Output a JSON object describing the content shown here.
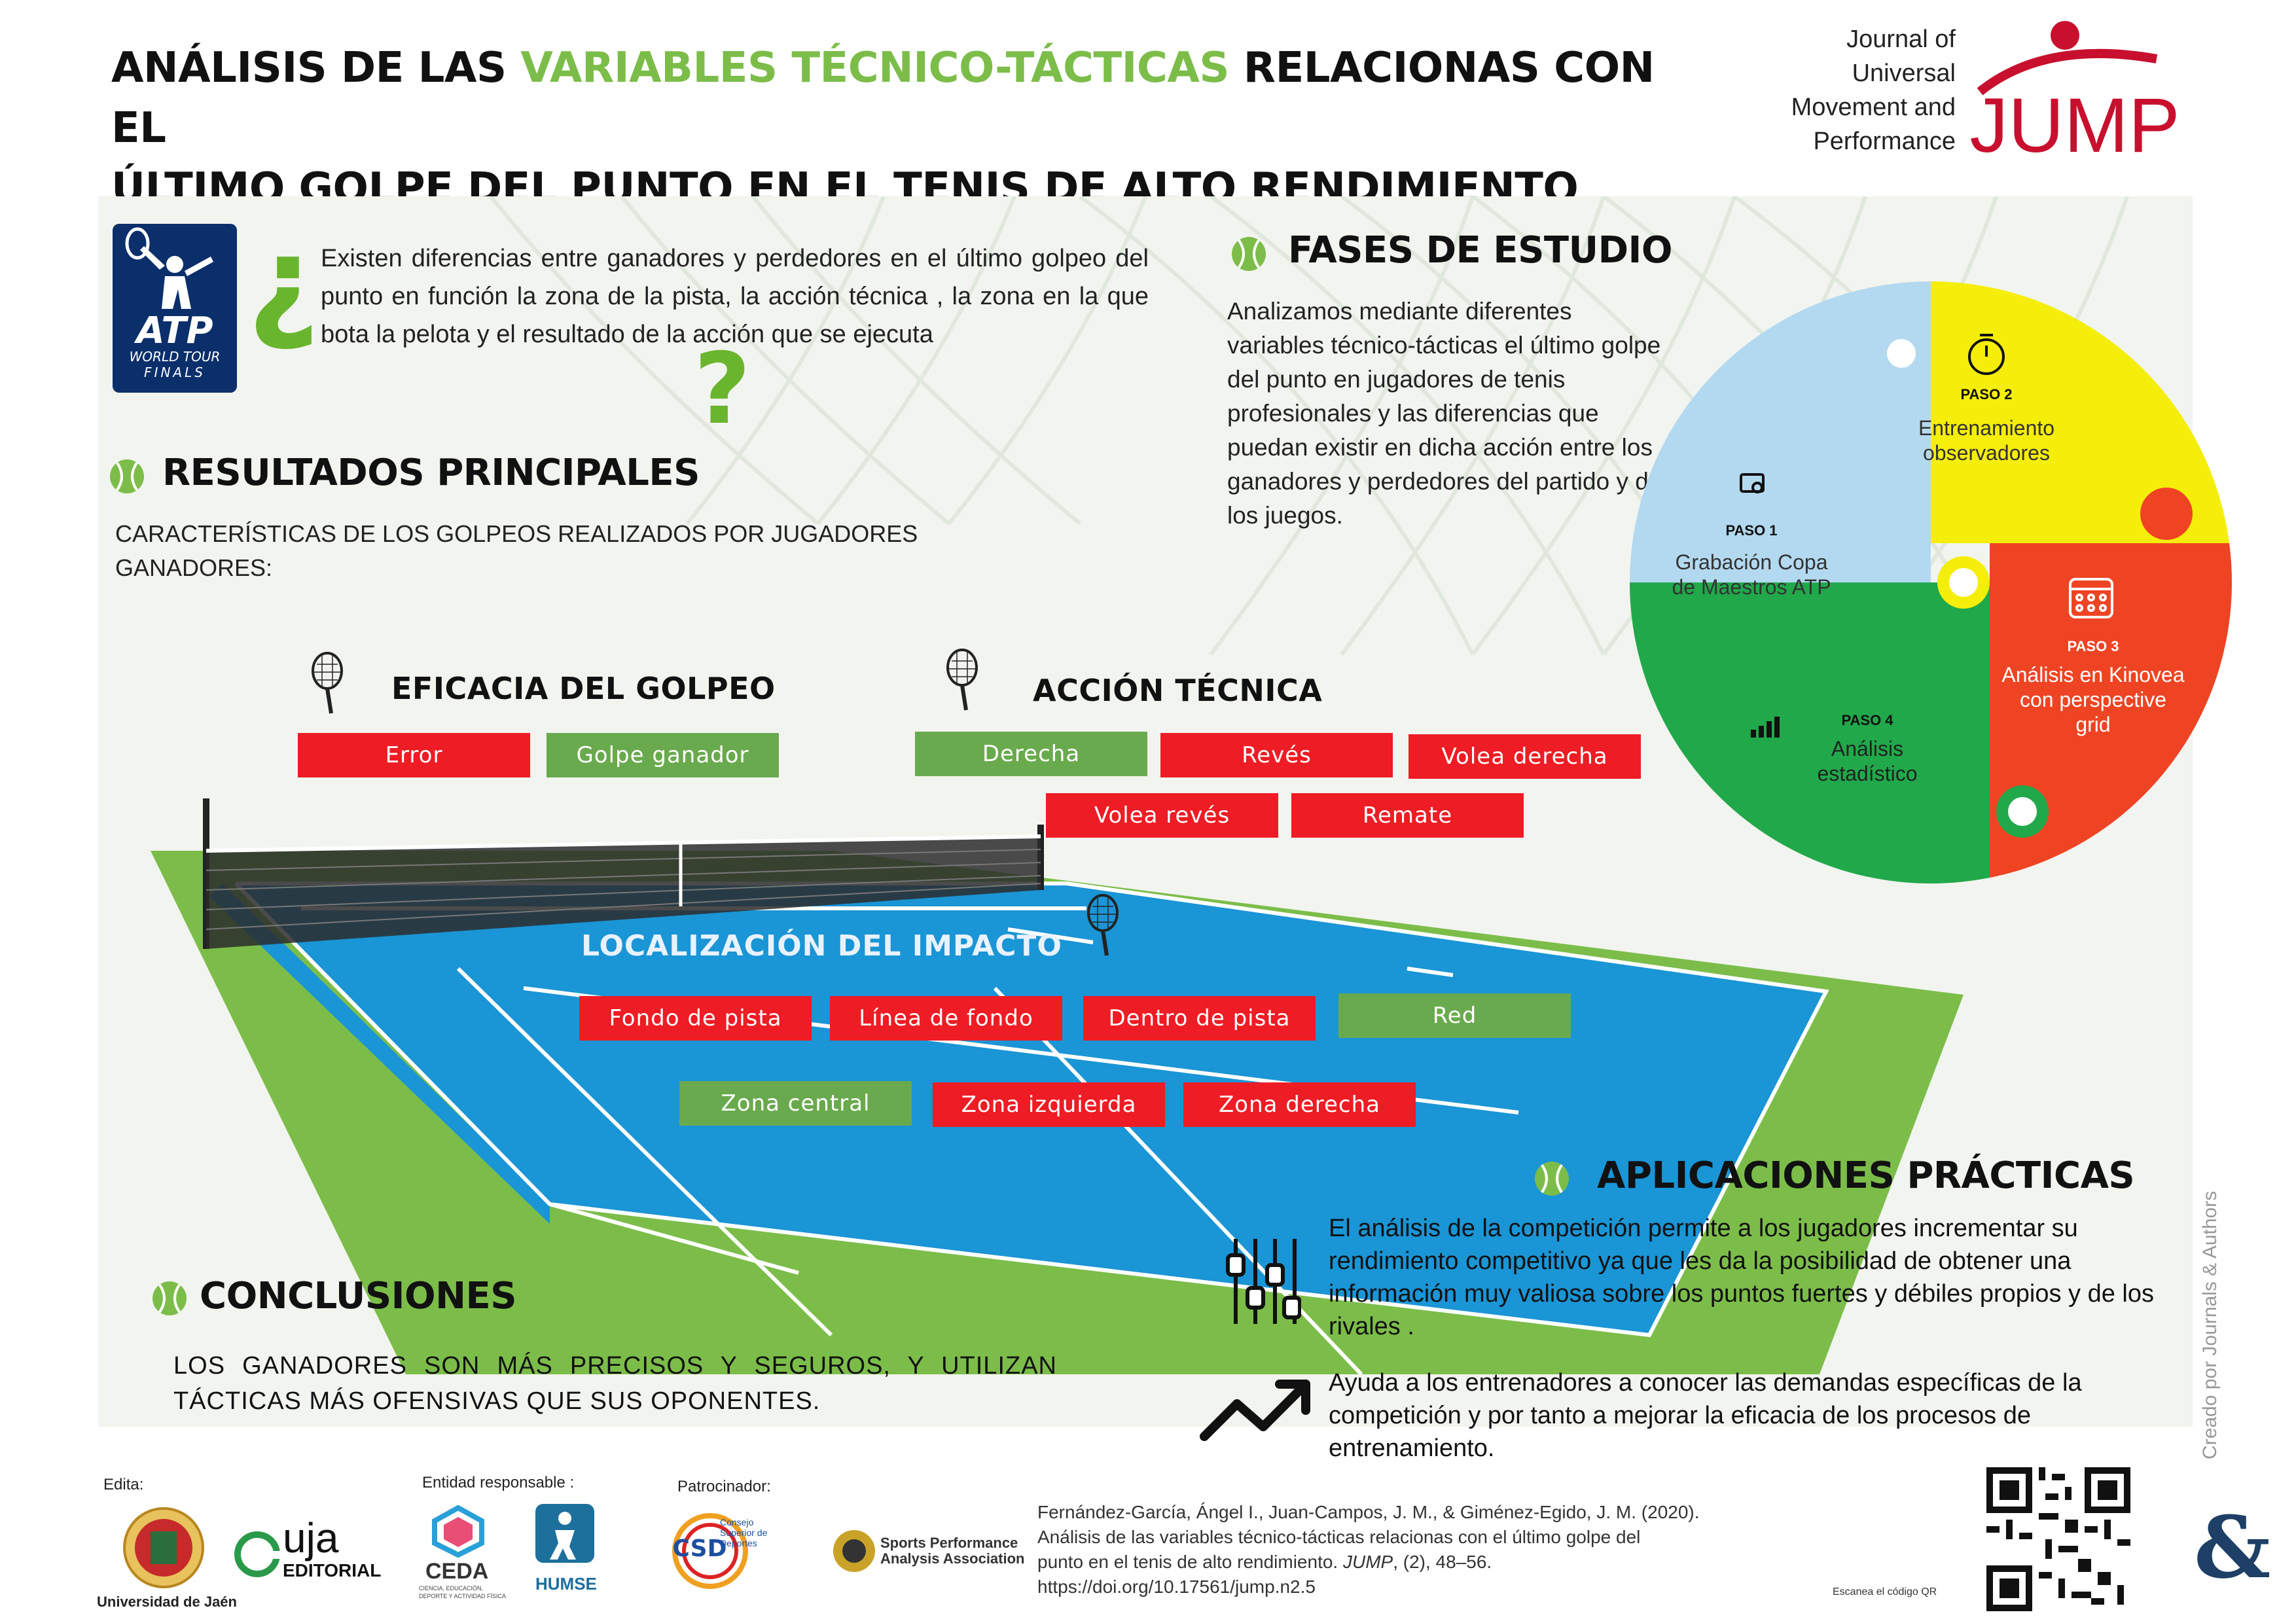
{
  "title": {
    "part1": "ANÁLISIS DE LAS ",
    "highlight": "VARIABLES TÉCNICO-TÁCTICAS",
    "part2": " RELACIONAS CON EL",
    "line2": "ÚLTIMO GOLPE DEL PUNTO EN EL TENIS DE ALTO  RENDIMIENTO"
  },
  "journal": {
    "line1": "Journal of",
    "line2": "Universal",
    "line3": "Movement and",
    "line4": "Performance",
    "logo_text": "JUMP"
  },
  "atp_logo": {
    "big": "ATP",
    "small1": "WORLD TOUR",
    "small2": "FINALS"
  },
  "question": {
    "open_mark": "¿",
    "close_mark": "?",
    "text": "Existen diferencias entre ganadores y perdedores en el último golpeo del punto en función la zona de la pista, la acción técnica , la zona en la que bota la pelota y el resultado de la acción que se ejecuta"
  },
  "results": {
    "heading": "RESULTADOS PRINCIPALES",
    "subtitle_line1": "CARACTERÍSTICAS DE LOS GOLPEOS REALIZADOS POR JUGADORES",
    "subtitle_line2": "GANADORES:"
  },
  "eficacia": {
    "heading": "EFICACIA DEL GOLPEO",
    "tags": [
      {
        "label": "Error",
        "color": "#ee1c24"
      },
      {
        "label": "Golpe ganador",
        "color": "#6aaa4e"
      }
    ]
  },
  "accion": {
    "heading": "ACCIÓN TÉCNICA",
    "tags": [
      {
        "label": "Derecha",
        "color": "#6aaa4e"
      },
      {
        "label": "Revés",
        "color": "#ee1c24"
      },
      {
        "label": "Volea derecha",
        "color": "#ee1c24"
      },
      {
        "label": "Volea revés",
        "color": "#ee1c24"
      },
      {
        "label": "Remate",
        "color": "#ee1c24"
      }
    ]
  },
  "localizacion": {
    "heading": "LOCALIZACIÓN DEL IMPACTO",
    "tags": [
      {
        "label": "Fondo de pista",
        "color": "#ee1c24"
      },
      {
        "label": "Línea de fondo",
        "color": "#ee1c24"
      },
      {
        "label": "Dentro de pista",
        "color": "#ee1c24"
      },
      {
        "label": "Red",
        "color": "#6aaa4e"
      },
      {
        "label": "Zona central",
        "color": "#6aaa4e"
      },
      {
        "label": "Zona izquierda",
        "color": "#ee1c24"
      },
      {
        "label": "Zona derecha",
        "color": "#ee1c24"
      }
    ]
  },
  "fases": {
    "heading": "FASES DE ESTUDIO",
    "text": "Analizamos mediante diferentes variables técnico-tácticas el último golpe del punto en jugadores de tenis profesionales y las diferencias que puedan existir en dicha acción entre los ganadores y perdedores del partido y de los juegos.",
    "steps": [
      {
        "step": "PASO 1",
        "label_line1": "Grabación Copa",
        "label_line2": "de Maestros ATP",
        "label_line3": "",
        "color": "#b3d9f0"
      },
      {
        "step": "PASO 2",
        "label_line1": "Entrenamiento",
        "label_line2": "observadores",
        "label_line3": "",
        "color": "#f5ee0a"
      },
      {
        "step": "PASO 3",
        "label_line1": "Análisis en Kinovea",
        "label_line2": "con perspective",
        "label_line3": "grid",
        "color": "#ef4423"
      },
      {
        "step": "PASO 4",
        "label_line1": "Análisis",
        "label_line2": "estadístico",
        "label_line3": "",
        "color": "#21a84a"
      }
    ]
  },
  "aplicaciones": {
    "heading": "APLICACIONES PRÁCTICAS",
    "item1": "El análisis de la competición permite a los jugadores incrementar su rendimiento competitivo ya que les da la posibilidad de obtener una información muy valiosa sobre los puntos fuertes y débiles propios y de los rivales .",
    "item2": "Ayuda a los entrenadores a conocer las demandas específicas de la competición y por tanto a mejorar la eficacia de los procesos de entrenamiento."
  },
  "conclusiones": {
    "heading": "CONCLUSIONES",
    "text": "LOS GANADORES SON MÁS PRECISOS Y SEGUROS, Y UTILIZAN TÁCTICAS MÁS OFENSIVAS QUE SUS OPONENTES."
  },
  "footer": {
    "edita": "Edita:",
    "uja_name": "Universidad de Jaén",
    "uja_big": "uja",
    "uja_small": "EDITORIAL",
    "entidad": "Entidad responsable :",
    "ceda": "CEDA",
    "ceda_sub1": "CIENCIA, EDUCACIÓN,",
    "ceda_sub2": "DEPORTE Y ACTIVIDAD FÍSICA",
    "humse": "HUMSE",
    "patrocinador": "Patrocinador:",
    "csd": "CSD",
    "csd_sub1": "Consejo",
    "csd_sub2": "Superior de",
    "csd_sub3": "Deportes",
    "spaa1": "Sports Performance",
    "spaa2": "Analysis Association",
    "citation_line1": "Fernández-García, Ángel I., Juan-Campos, J. M., & Giménez-Egido, J. M. (2020).",
    "citation_line2": "Análisis de las variables técnico-tácticas relacionas con el último golpe del",
    "citation_line3_pre": "punto en el tenis de alto rendimiento. ",
    "citation_journal": "JUMP",
    "citation_line3_post": ", (2), 48–56.",
    "citation_doi": "https://doi.org/10.17561/jump.n2.5",
    "qr_label": "Escanea el código QR",
    "side_credit": "Creado por Journals & Authors",
    "brand_amp": "&"
  }
}
